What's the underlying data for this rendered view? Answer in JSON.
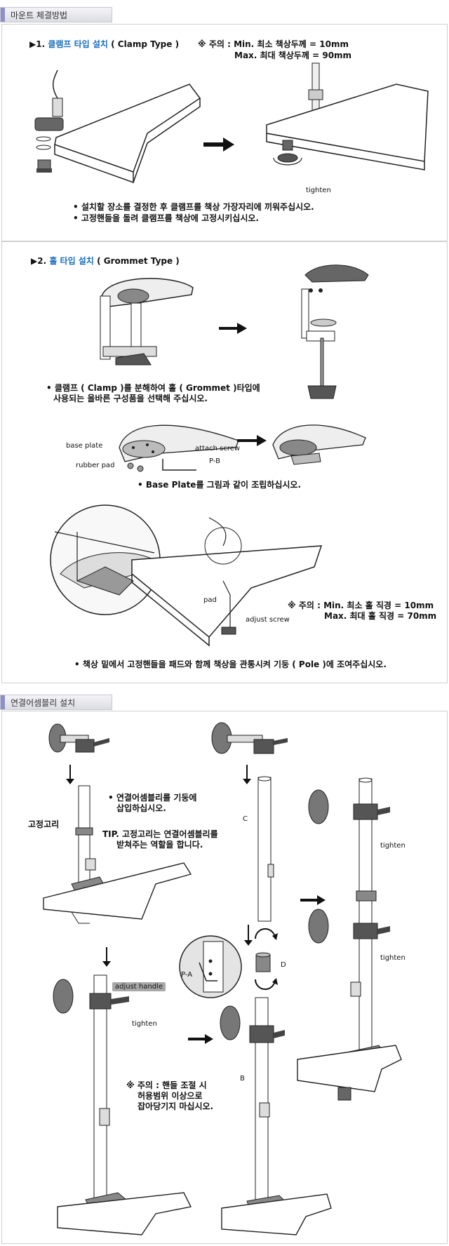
{
  "section1": {
    "tab": "마운트 체결방법",
    "clamp": {
      "num": "▶1. ",
      "title": "클램프 타입 설치",
      "sub": " ( Clamp Type )",
      "note1": "※ 주의 : Min. 최소 책상두께 = 10mm",
      "note2": "Max. 최대 책상두께 = 90mm",
      "tighten": "tighten",
      "bullet1": "설치할 장소를 결정한 후 클램프를 책상 가장자리에 끼워주십시오.",
      "bullet2": "고정핸들을 돌려 클램프를 책상에 고정시키십시오."
    },
    "grommet": {
      "num": "▶2. ",
      "title": "홀 타입 설치",
      "sub": " ( Grommet Type )",
      "bullet1a": "클램프 ( Clamp )를 분해하여 홀 ( Grommet )타입에",
      "bullet1b": "사용되는 올바른 구성품을 선택해 주십시오.",
      "label_base": "base plate",
      "label_attach": "attach screw",
      "label_pb": "P-B",
      "label_rubber": "rubber pad",
      "bullet2": "Base Plate를 그림과 같이 조립하십시오.",
      "label_pad": "pad",
      "label_adjust": "adjust screw",
      "note1": "※ 주의 : Min. 최소 홀 직경 = 10mm",
      "note2": "Max. 최대 홀 직경 = 70mm",
      "bullet3": "책상 밑에서 고정핸들을 패드와 함께 책상을 관통시켜 기둥 ( Pole )에 조여주십시오."
    }
  },
  "section2": {
    "tab": "연결어셈블리 설치",
    "bullet1a": "연결어셈블리를 기둥에",
    "bullet1b": "삽입하십시오.",
    "label_ring": "고정고리",
    "tip1": "TIP. 고정고리는 연결어셈블리를",
    "tip2": "받쳐주는 역할을 합니다.",
    "label_c": "C",
    "label_d": "D",
    "label_pa": "P-A",
    "label_b": "B",
    "adjust_handle": "adjust handle",
    "tighten": "tighten",
    "note1": "※ 주의 : 핸들 조절 시",
    "note2": "허용범위 이상으로",
    "note3": "잡아당기지 마십시오."
  },
  "colors": {
    "accent_blue": "#1a6fc0",
    "tab_bar": "#8e8ec8"
  }
}
